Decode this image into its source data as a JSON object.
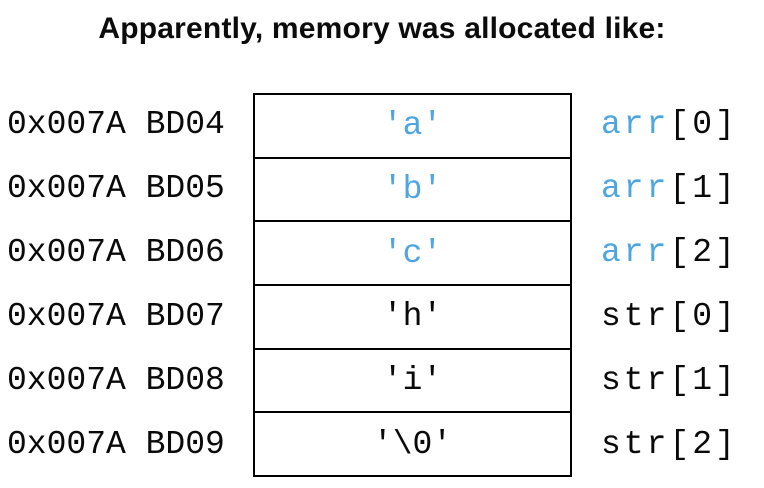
{
  "title": "Apparently, memory was allocated like:",
  "colors": {
    "highlight_blue": "#4EA6E0",
    "text_black": "#0A0A0A",
    "background": "#FFFFFF",
    "box_border": "#000000"
  },
  "memory_table": {
    "rows": [
      {
        "address": "0x007A BD04",
        "value": "'a'",
        "value_highlighted": true,
        "label_name": "arr",
        "label_index": "[0]",
        "label_highlighted": true
      },
      {
        "address": "0x007A BD05",
        "value": "'b'",
        "value_highlighted": true,
        "label_name": "arr",
        "label_index": "[1]",
        "label_highlighted": true
      },
      {
        "address": "0x007A BD06",
        "value": "'c'",
        "value_highlighted": true,
        "label_name": "arr",
        "label_index": "[2]",
        "label_highlighted": true
      },
      {
        "address": "0x007A BD07",
        "value": "'h'",
        "value_highlighted": false,
        "label_name": "str",
        "label_index": "[0]",
        "label_highlighted": false
      },
      {
        "address": "0x007A BD08",
        "value": "'i'",
        "value_highlighted": false,
        "label_name": "str",
        "label_index": "[1]",
        "label_highlighted": false
      },
      {
        "address": "0x007A BD09",
        "value": "'\\0'",
        "value_highlighted": false,
        "label_name": "str",
        "label_index": "[2]",
        "label_highlighted": false
      }
    ]
  }
}
